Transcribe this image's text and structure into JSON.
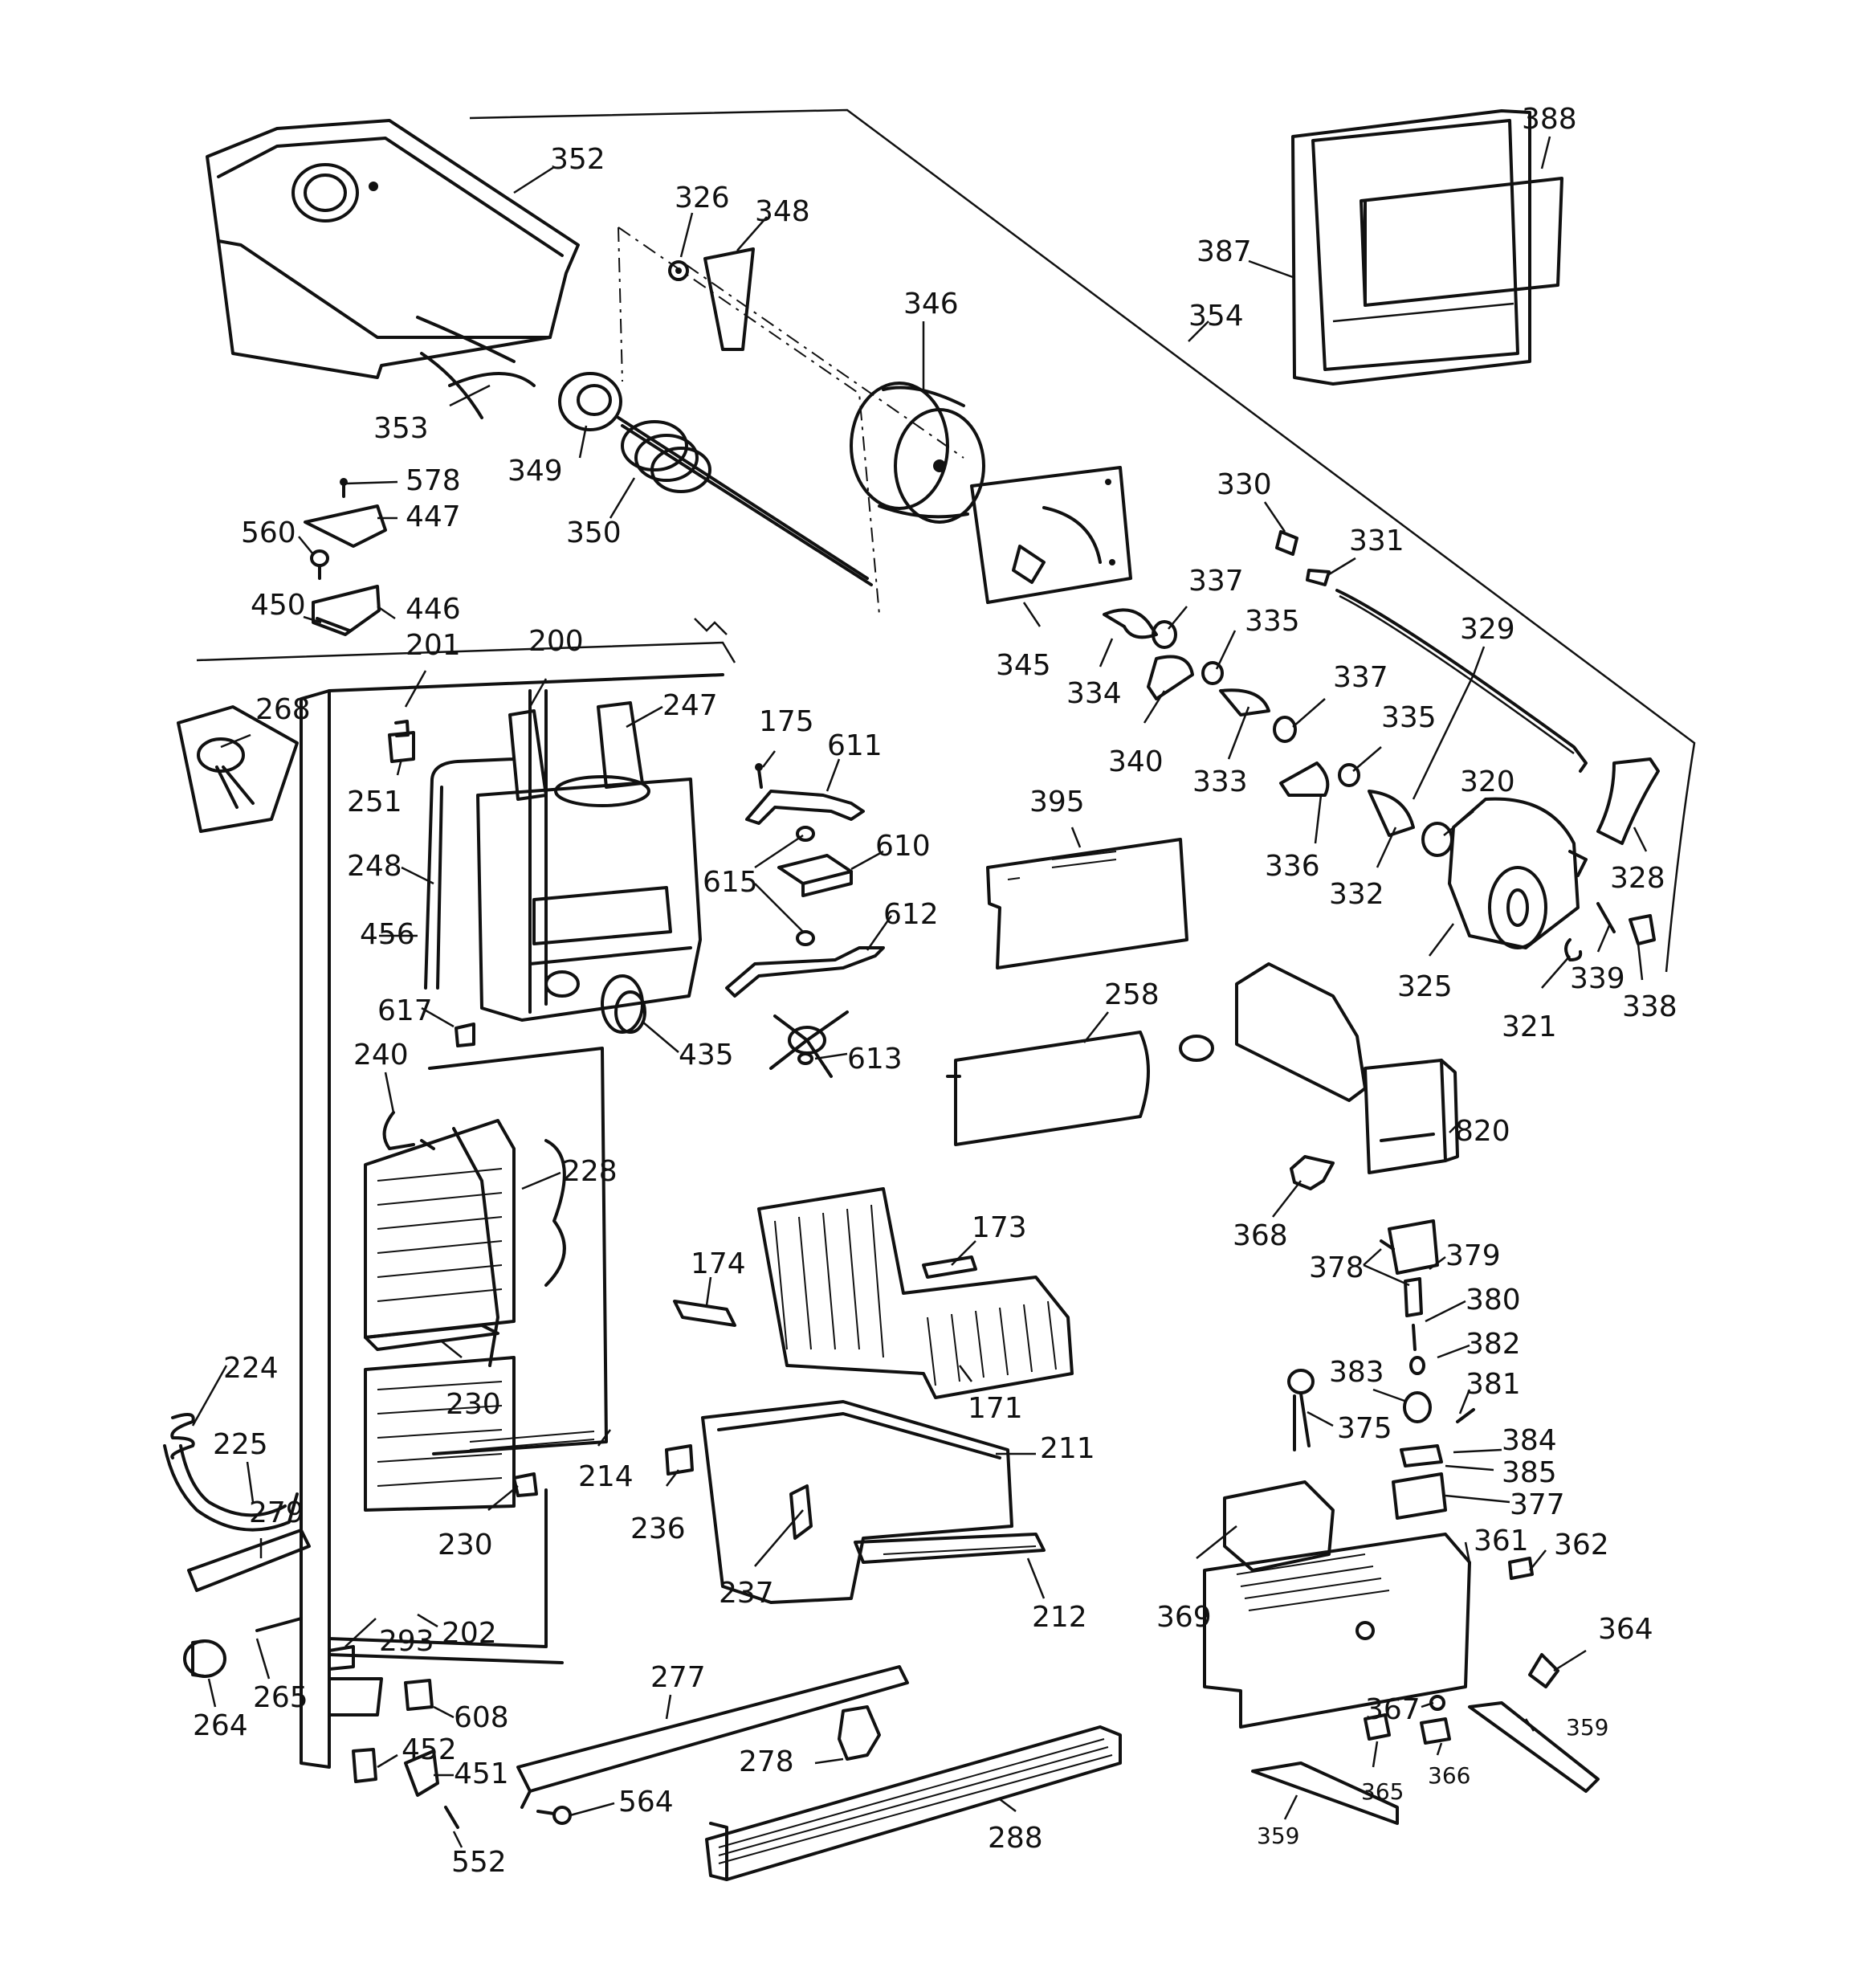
{
  "diagram": {
    "labels": {
      "l352": "352",
      "l326": "326",
      "l348": "348",
      "l346": "346",
      "l388": "388",
      "l387": "387",
      "l354": "354",
      "l353": "353",
      "l349": "349",
      "l350": "350",
      "l578": "578",
      "l447": "447",
      "l560": "560",
      "l450": "450",
      "l446": "446",
      "l330": "330",
      "l331": "331",
      "l337a": "337",
      "l335a": "335",
      "l329": "329",
      "l345": "345",
      "l334": "334",
      "l340": "340",
      "l333": "333",
      "l337b": "337",
      "l335b": "335",
      "l320": "320",
      "l336": "336",
      "l332": "332",
      "l328": "328",
      "l325": "325",
      "l339": "339",
      "l321": "321",
      "l338": "338",
      "l201": "201",
      "l200": "200",
      "l247": "247",
      "l268": "268",
      "l251": "251",
      "l248": "248",
      "l456": "456",
      "l175": "175",
      "l611": "611",
      "l615": "615",
      "l610": "610",
      "l612": "612",
      "l395": "395",
      "l617": "617",
      "l240": "240",
      "l435": "435",
      "l613": "613",
      "l258": "258",
      "l228": "228",
      "l820": "820",
      "l368": "368",
      "l173": "173",
      "l174": "174",
      "l378": "378",
      "l379": "379",
      "l380": "380",
      "l382": "382",
      "l383": "383",
      "l381": "381",
      "l224": "224",
      "l230a": "230",
      "l171": "171",
      "l375": "375",
      "l225": "225",
      "l211": "211",
      "l384": "384",
      "l385": "385",
      "l214": "214",
      "l279": "279",
      "l236": "236",
      "l377": "377",
      "l230b": "230",
      "l361": "361",
      "l362": "362",
      "l237": "237",
      "l212": "212",
      "l369": "369",
      "l293": "293",
      "l202": "202",
      "l364": "364",
      "l265": "265",
      "l277": "277",
      "l608": "608",
      "l264": "264",
      "l367": "367",
      "l359a": "359",
      "l452": "452",
      "l451": "451",
      "l278": "278",
      "l564": "564",
      "l365": "365",
      "l366": "366",
      "l288": "288",
      "l359b": "359",
      "l552": "552"
    }
  }
}
